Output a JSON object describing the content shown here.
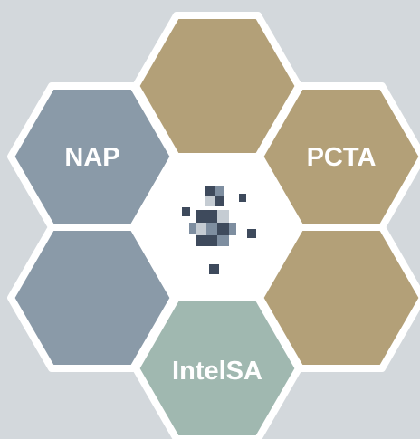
{
  "colors": {
    "background": "#d3d8dc",
    "stroke": "#ffffff",
    "gold": "#b3a078",
    "slate": "#8a9aa8",
    "sage": "#a0b8b0",
    "center": "#ffffff",
    "figure_dark": "#3e4a5c",
    "figure_mid": "#7e8ea0",
    "figure_light": "#c5ccd3"
  },
  "hexagons": [
    {
      "id": "top",
      "label": "",
      "color": "gold"
    },
    {
      "id": "upper-left",
      "label": "NAP",
      "color": "slate"
    },
    {
      "id": "upper-right",
      "label": "PCTA",
      "color": "gold"
    },
    {
      "id": "lower-left",
      "label": "",
      "color": "slate"
    },
    {
      "id": "lower-right",
      "label": "",
      "color": "gold"
    },
    {
      "id": "bottom",
      "label": "IntelSA",
      "color": "sage"
    }
  ],
  "center": {
    "icon": "fragmented-person-icon"
  }
}
